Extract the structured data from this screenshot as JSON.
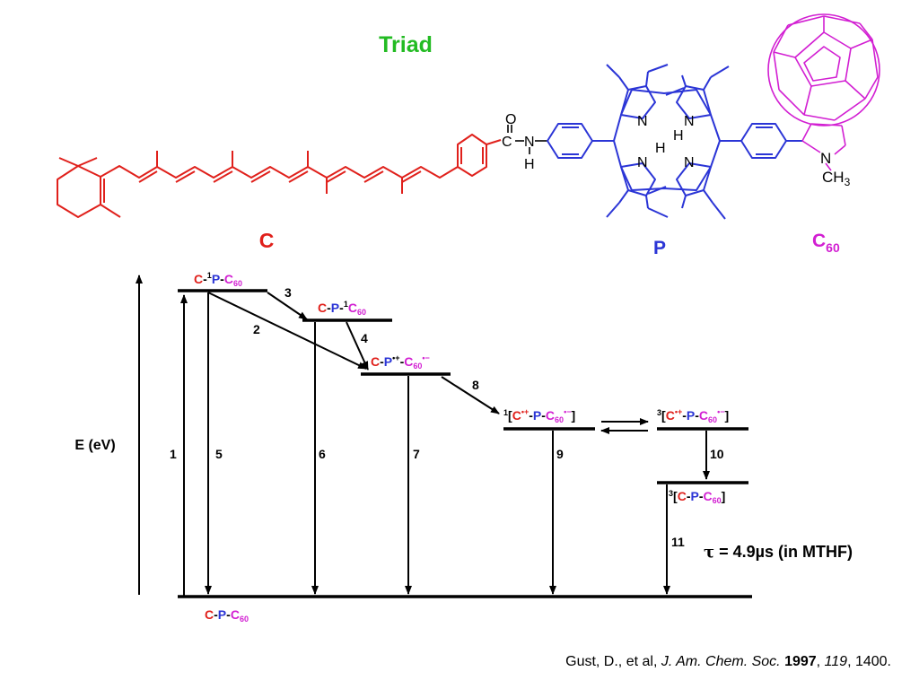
{
  "title": "Triad",
  "colors": {
    "title": "#22bb22",
    "carotene": "#e0201b",
    "porphyrin": "#2b35d6",
    "fullerene": "#d21fd2",
    "text": "#000000"
  },
  "structure": {
    "carotene_label": "C",
    "porphyrin_label": "P",
    "fullerene_label_base": "C",
    "fullerene_label_sub": "60",
    "amide_O": "O",
    "amide_C": "C",
    "amide_N": "N",
    "amide_H": "H",
    "pyrrole_N": "N",
    "pyrrole_H": "H",
    "pyrrolidine_N": "N",
    "methyl": "CH",
    "methyl_sub": "3"
  },
  "energy_diagram": {
    "axis_label": "E (eV)",
    "states": {
      "singlet_porphyrin": {
        "c": "C",
        "dash1": "-",
        "sup": "1",
        "p": "P",
        "dash2": "-",
        "c60": "C",
        "sub": "60"
      },
      "singlet_fullerene": {
        "c": "C",
        "dash1": "-",
        "p": "P",
        "dash2": "-",
        "sup": "1",
        "c60": "C",
        "sub": "60"
      },
      "radical_pair": {
        "c": "C",
        "dash1": "-",
        "p": "P",
        "psup": "•+",
        "dash2": "-",
        "c60": "C",
        "sub": "60",
        "c60sup": "•−"
      },
      "singlet_cs": {
        "pre": "1",
        "open": "[",
        "c": "C",
        "csup": "•+",
        "dash1": "-",
        "p": "P",
        "dash2": "-",
        "c60": "C",
        "sub": "60",
        "c60sup": "•−",
        "close": "]"
      },
      "triplet_cs": {
        "pre": "3",
        "open": "[",
        "c": "C",
        "csup": "•+",
        "dash1": "-",
        "p": "P",
        "dash2": "-",
        "c60": "C",
        "sub": "60",
        "c60sup": "•−",
        "close": "]"
      },
      "triplet_carotene": {
        "pre": "3",
        "open": "[",
        "c": "C",
        "dash1": "-",
        "p": "P",
        "dash2": "-",
        "c60": "C",
        "sub": "60",
        "close": "]"
      },
      "ground": {
        "c": "C",
        "dash1": "-",
        "p": "P",
        "dash2": "-",
        "c60": "C",
        "sub": "60"
      }
    },
    "process_labels": [
      "1",
      "2",
      "3",
      "4",
      "5",
      "6",
      "7",
      "8",
      "9",
      "10",
      "11"
    ],
    "lifetime": {
      "tau": "τ",
      "rest": " = 4.9µs (in MTHF)"
    }
  },
  "citation": {
    "authors": "Gust, D., et al, ",
    "journal": "J. Am. Chem. Soc.",
    "sep1": " ",
    "year": "1997",
    "sep2": ", ",
    "volume": "119",
    "pages": ", 1400."
  }
}
